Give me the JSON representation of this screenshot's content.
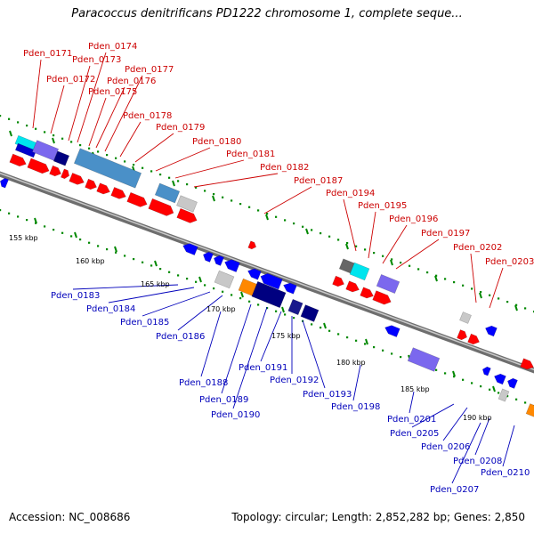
{
  "title": "Paracoccus denitrificans PD1222 chromosome 1, complete seque...",
  "footer": {
    "accession": "Accession: NC_008686",
    "summary": "Topology: circular; Length: 2,852,282 bp; Genes: 2,850"
  },
  "scale_labels": [
    "155 kbp",
    "160 kbp",
    "165 kbp",
    "170 kbp",
    "175 kbp",
    "180 kbp",
    "185 kbp",
    "190 kbp"
  ],
  "top_genes": [
    "Pden_0171",
    "Pden_0172",
    "Pden_0173",
    "Pden_0174",
    "Pden_0175",
    "Pden_0176",
    "Pden_0177",
    "Pden_0178",
    "Pden_0179",
    "Pden_0180",
    "Pden_0181",
    "Pden_0182",
    "Pden_0187",
    "Pden_0194",
    "Pden_0195",
    "Pden_0196",
    "Pden_0197",
    "Pden_0202",
    "Pden_0203"
  ],
  "bottom_genes": [
    "Pden_0183",
    "Pden_0184",
    "Pden_0185",
    "Pden_0186",
    "Pden_0188",
    "Pden_0189",
    "Pden_0190",
    "Pden_0191",
    "Pden_0192",
    "Pden_0193",
    "Pden_0198",
    "Pden_0201",
    "Pden_0205",
    "Pden_0206",
    "Pden_0207",
    "Pden_0208",
    "Pden_0210"
  ],
  "colors": {
    "forward_strand": "#ff0000",
    "reverse_strand": "#0000ff",
    "top_label": "#cc0000",
    "bottom_label": "#0000bb",
    "tick": "#008800",
    "backbone": "#888888"
  }
}
